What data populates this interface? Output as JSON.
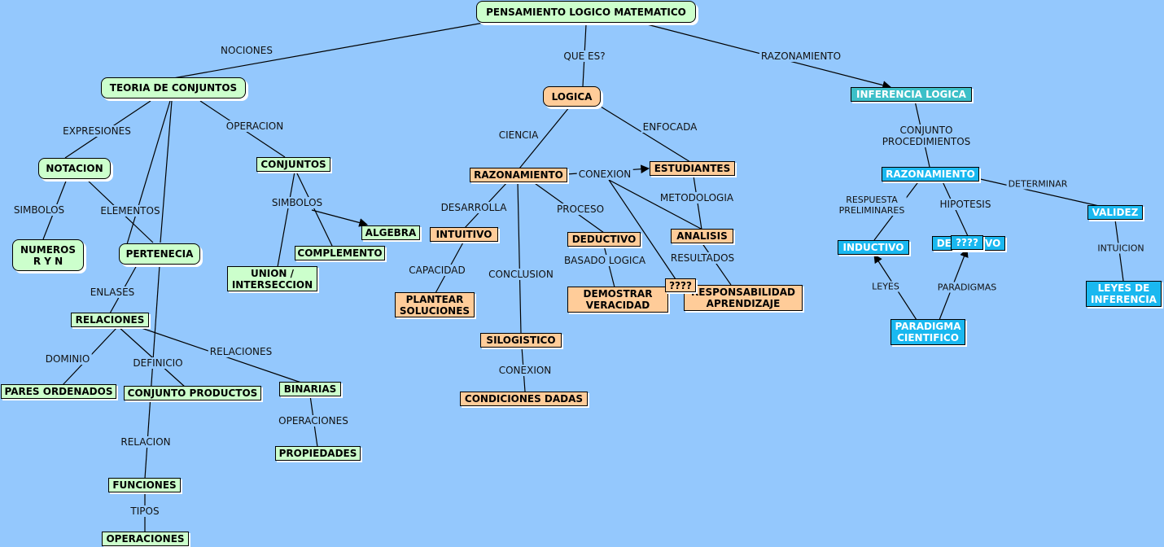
{
  "colors": {
    "background": "#94c8fd",
    "green_node": "#ccffcc",
    "orange_node": "#ffcc99",
    "teal_node": "#3cbfc8",
    "blue_node": "#1ab8f0",
    "line": "#000000"
  },
  "nodes": {
    "pensamiento": "PENSAMIENTO LOGICO MATEMATICO",
    "teoria": "TEORIA DE CONJUNTOS",
    "logica": "LOGICA",
    "inferencia": "INFERENCIA LOGICA",
    "notacion": "NOTACION",
    "numeros": "NUMEROS\nR Y N",
    "pertenecia": "PERTENECIA",
    "conjuntos": "CONJUNTOS",
    "algebra": "ALGEBRA",
    "complemento": "COMPLEMENTO",
    "union": "UNION /\nINTERSECCION",
    "relaciones": "RELACIONES",
    "pares": "PARES ORDENADOS",
    "conjunto_productos": "CONJUNTO PRODUCTOS",
    "binarias": "BINARIAS",
    "propiedades": "PROPIEDADES",
    "funciones": "FUNCIONES",
    "operaciones": "OPERACIONES",
    "razonamiento_l": "RAZONAMIENTO",
    "estudiantes": "ESTUDIANTES",
    "intuitivo": "INTUITIVO",
    "deductivo": "DEDUCTIVO",
    "analisis": "ANALISIS",
    "plantear": "PLANTEAR\nSOLUCIONES",
    "demostrar": "DEMOSTRAR\nVERACIDAD",
    "responsabilidad": "RESPONSABILIDAD\nAPRENDIZAJE",
    "q1": "????",
    "silogistico": "SILOGISTICO",
    "condiciones": "CONDICIONES DADAS",
    "razonamiento_i": "RAZONAMIENTO",
    "inductivo": "INDUCTIVO",
    "deductivo_i": "DEDUCTIVO",
    "q2": "????",
    "validez": "VALIDEZ",
    "leyes": "LEYES DE\nINFERENCIA",
    "paradigma": "PARADIGMA\nCIENTIFICO"
  },
  "links": {
    "nociones": "NOCIONES",
    "que_es": "QUE ES?",
    "razonamiento": "RAZONAMIENTO",
    "expresiones": "EXPRESIONES",
    "operacion": "OPERACION",
    "simbolos_1": "SIMBOLOS",
    "elementos": "ELEMENTOS",
    "simbolos_2": "SIMBOLOS",
    "enlases": "ENLASES",
    "dominio": "DOMINIO",
    "definicio": "DEFINICIO",
    "relaciones": "RELACIONES",
    "operaciones": "OPERACIONES",
    "relacion": "RELACION",
    "tipos": "TIPOS",
    "ciencia": "CIENCIA",
    "enfocada": "ENFOCADA",
    "conexion_1": "CONEXION",
    "desarrolla": "DESARROLLA",
    "proceso": "PROCESO",
    "metodologia": "METODOLOGIA",
    "capacidad": "CAPACIDAD",
    "basado_logica": "BASADO LOGICA",
    "resultados": "RESULTADOS",
    "conclusion": "CONCLUSION",
    "conexion_2": "CONEXION",
    "conjunto_procedimientos": "CONJUNTO\nPROCEDIMIENTOS",
    "respuesta_preliminares": "RESPUESTA\nPRELIMINARES",
    "hipotesis": "HIPOTESIS",
    "determinar": "DETERMINAR",
    "intuicion": "INTUICION",
    "leyes": "LEYES",
    "paradigmas": "PARADIGMAS"
  }
}
